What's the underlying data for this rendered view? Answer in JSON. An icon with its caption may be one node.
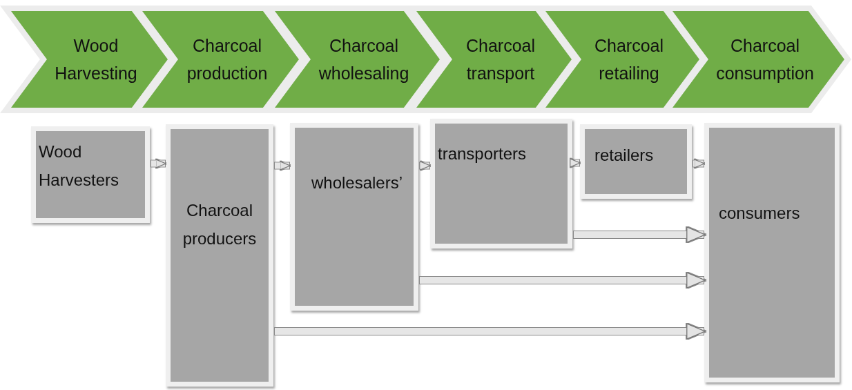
{
  "diagram": {
    "nodes": [
      {
        "text": [
          "Wood Harvesting"
        ]
      },
      {
        "text": [
          "Charcoal production"
        ]
      },
      {
        "text": [
          "Charcoal wholesaling"
        ]
      },
      {
        "text": [
          "Charcoal transport"
        ]
      },
      {
        "text": [
          "Charcoal retailing"
        ]
      },
      {
        "text": [
          "Charcoal consumption"
        ]
      },
      {
        "text": [
          "Wood Harvesters"
        ]
      },
      {
        "text": [
          "Charcoal producers"
        ]
      },
      {
        "text": [
          "wholesalers’"
        ]
      },
      {
        "text": [
          "transporters"
        ]
      },
      {
        "text": [
          "retailers"
        ]
      },
      {
        "text": [
          "consumers"
        ]
      }
    ],
    "edges": [
      {
        "from": 6,
        "to": 7,
        "arrow": "to"
      },
      {
        "from": 7,
        "to": 8,
        "arrow": "to"
      },
      {
        "from": 8,
        "to": 9,
        "arrow": "to"
      },
      {
        "from": 9,
        "to": 10,
        "arrow": "to"
      },
      {
        "from": 10,
        "to": 11,
        "arrow": "to"
      },
      {
        "from": 9,
        "to": 11,
        "arrow": "to"
      },
      {
        "from": 8,
        "to": 11,
        "arrow": "to"
      },
      {
        "from": 7,
        "to": 11,
        "arrow": "to"
      }
    ]
  }
}
